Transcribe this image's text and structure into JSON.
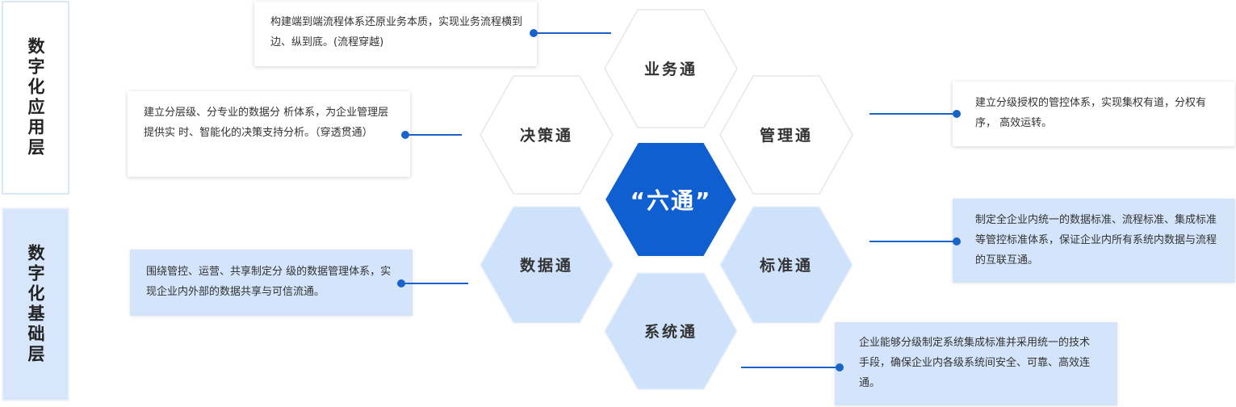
{
  "layers": {
    "app": "数字化应用层",
    "base": "数字化基础层"
  },
  "center": "“六通”",
  "hexes": {
    "business": "业务通",
    "decision": "决策通",
    "management": "管理通",
    "data": "数据通",
    "standard": "标准通",
    "system": "系统通"
  },
  "descriptions": {
    "business": "构建端到端流程体系还原业务本质，实现业务流程横到边、纵到底。(流程穿越)",
    "decision": "建立分层级、分专业的数据分 析体系，为企业管理层提供实 时、智能化的决策支持分析。（穿透贯通）",
    "management": "建立分级授权的管控体系，实现集权有道，分权有序， 高效运转。",
    "data": "围绕管控、运营、共享制定分 级的数据管理体系，实现企业内外部的数据共享与可信流通。",
    "standard": "制定全企业内统一的数据标准、流程标准、集成标准等管控标准体系，保证企业内所有系统内数据与流程的互联互通。",
    "system": "企业能够分级制定系统集成标准并采用统一的技术手段，确保企业内各级系统间安全、可靠、高效连通。"
  },
  "colors": {
    "accent": "#0f5fd0",
    "hex_white": "#ffffff",
    "hex_light": "#cfe2fb",
    "connector": "#1a63c9"
  }
}
